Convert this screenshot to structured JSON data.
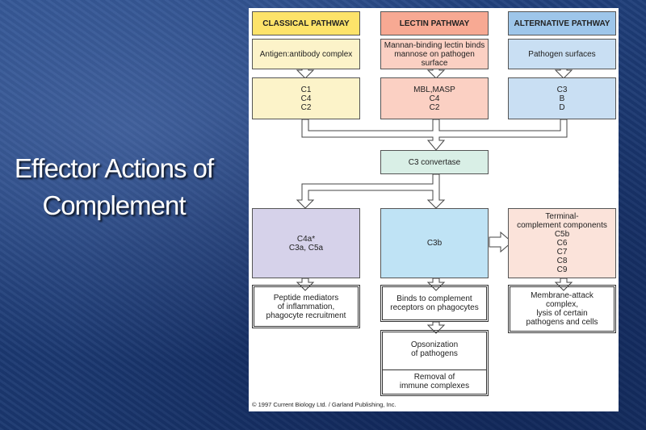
{
  "slide": {
    "title_line1": "Effector Actions of",
    "title_line2": "Complement"
  },
  "diagram": {
    "headers": {
      "classical": "CLASSICAL PATHWAY",
      "lectin": "LECTIN PATHWAY",
      "alternative": "ALTERNATIVE PATHWAY"
    },
    "triggers": {
      "classical": "Antigen:antibody complex",
      "lectin": "Mannan-binding lectin binds\nmannose on pathogen surface",
      "alternative": "Pathogen surfaces"
    },
    "components": {
      "classical": "C1\nC4\nC2",
      "lectin": "MBL,MASP\nC4\nC2",
      "alternative": "C3\nB\nD"
    },
    "convertase": "C3 convertase",
    "effectors": {
      "left": "C4a*\nC3a, C5a",
      "center": "C3b",
      "right": "Terminal-\ncomplement components\nC5b\nC6\nC7\nC8\nC9"
    },
    "outcomes": {
      "left": "Peptide mediators\nof inflammation,\nphagocyte recruitment",
      "center": "Binds to complement\nreceptors on phagocytes",
      "right": "Membrane-attack\ncomplex,\nlysis of certain\npathogens and cells"
    },
    "final": {
      "top": "Opsonization\nof pathogens",
      "bottom": "Removal of\nimmune complexes"
    },
    "copyright": "© 1997 Current Biology Ltd. / Garland Publishing, Inc."
  },
  "colors": {
    "classical_header": "#fde36a",
    "lectin_header": "#f7a993",
    "alternative_header": "#9ec6ea"
  }
}
